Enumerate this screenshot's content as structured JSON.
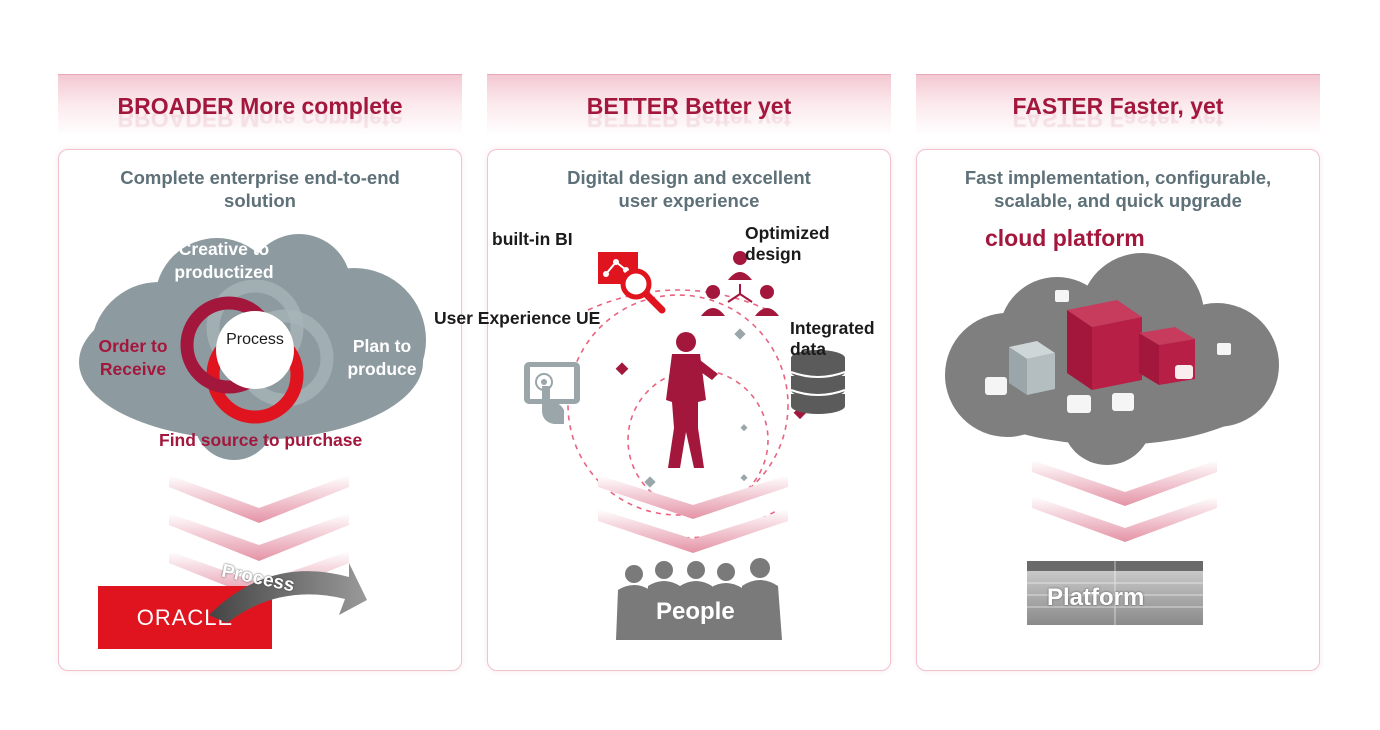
{
  "columns": [
    {
      "header": "BROADER More complete",
      "subtitle": "Complete enterprise end-to-end solution",
      "labels": {
        "top": "Creative to productized",
        "left": "Order to Receive",
        "right": "Plan to produce",
        "bottom": "Find source to purchase",
        "center": "Process",
        "arrow": "Process",
        "logo": "ORACLE"
      }
    },
    {
      "header": "BETTER Better yet",
      "subtitle": "Digital design and excellent user experience",
      "labels": {
        "bi": "built-in BI",
        "design": "Optimized design",
        "ux": "User Experience UE",
        "data": "Integrated data",
        "people": "People"
      }
    },
    {
      "header": "FASTER Faster, yet",
      "subtitle": "Fast implementation, configurable, scalable, and quick upgrade",
      "labels": {
        "cloud": "cloud platform",
        "platform": "Platform"
      }
    }
  ],
  "colors": {
    "accent": "#a3173d",
    "red": "#e0141e",
    "gray": "#8d9ba0",
    "subtitle": "#5e7078"
  },
  "icons": [
    "bi-search-chart-icon",
    "org-people-icon",
    "tablet-touch-icon",
    "database-icon",
    "business-man-icon",
    "people-group-icon",
    "server-rack-icon",
    "cloud-icon",
    "cube-icon"
  ]
}
